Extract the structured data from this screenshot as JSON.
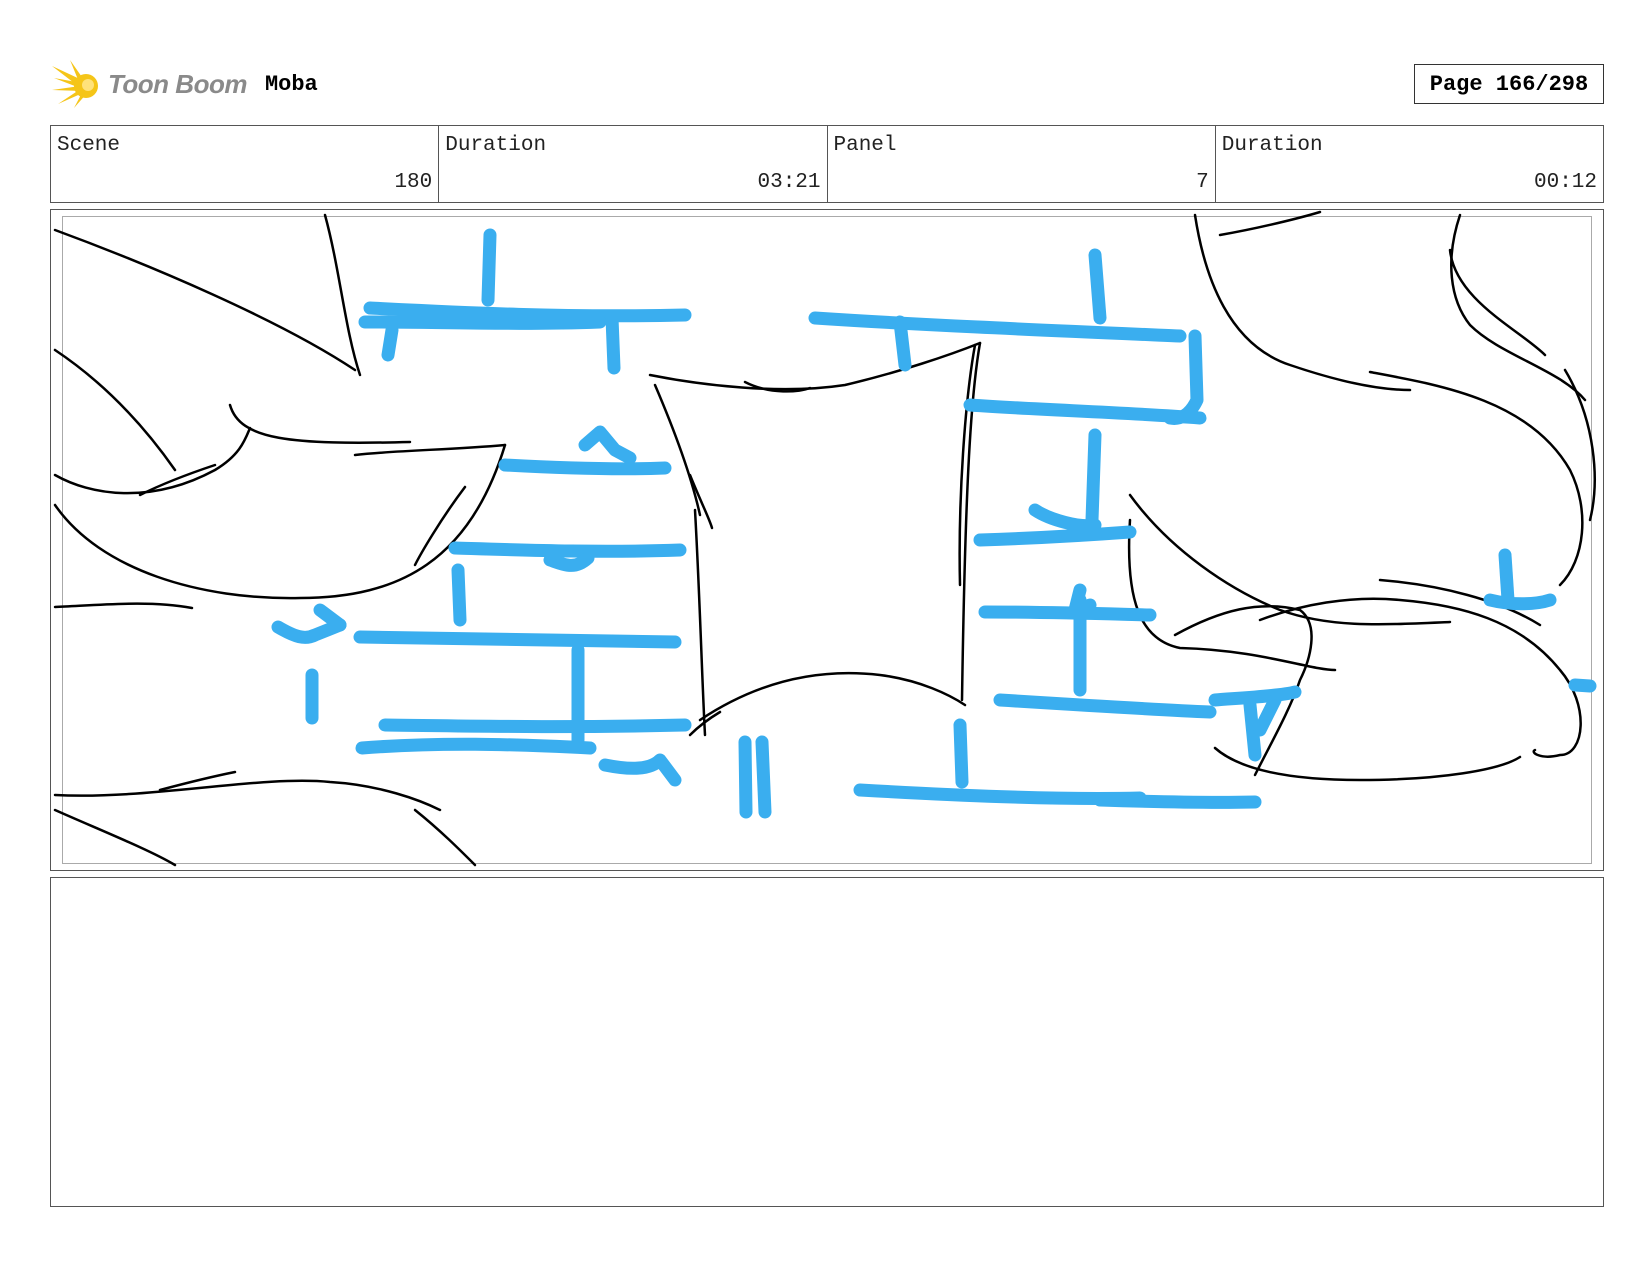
{
  "header": {
    "brand": "Toon Boom",
    "project": "Moba",
    "page_label": "Page 166/298"
  },
  "info": {
    "scene_label": "Scene",
    "scene_value": "180",
    "scene_duration_label": "Duration",
    "scene_duration_value": "03:21",
    "panel_label": "Panel",
    "panel_value": "7",
    "panel_duration_label": "Duration",
    "panel_duration_value": "00:12"
  },
  "colors": {
    "sketch_blue": "#3aaeef",
    "sketch_black": "#000000",
    "logo_yellow": "#f5c518"
  },
  "notes": {
    "text": ""
  }
}
